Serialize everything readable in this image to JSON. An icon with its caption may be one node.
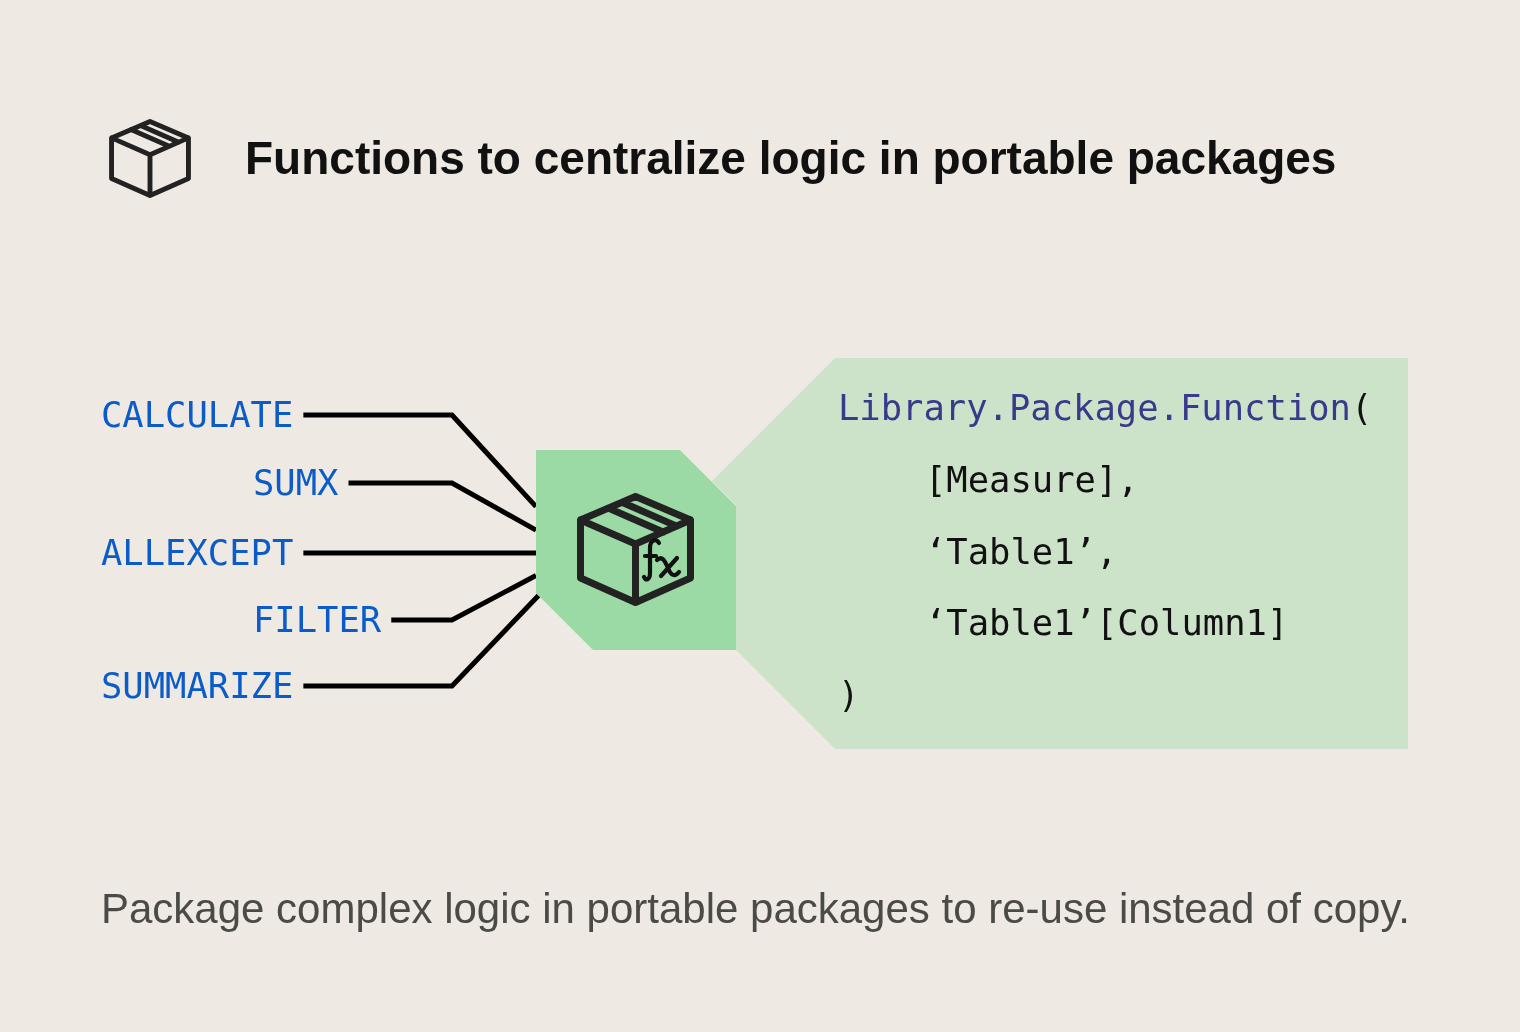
{
  "diagram": {
    "title": "Functions to centralize logic in portable packages",
    "caption": "Package complex logic in portable packages to re-use instead of copy.",
    "nodes": [
      {
        "text": [
          "CALCULATE"
        ]
      },
      {
        "text": [
          "SUMX"
        ]
      },
      {
        "text": [
          "ALLEXCEPT"
        ]
      },
      {
        "text": [
          "FILTER"
        ]
      },
      {
        "text": [
          "SUMMARIZE"
        ]
      },
      {
        "text": [],
        "shape": "box"
      },
      {
        "text": [
          "Library.Package.Function(",
          "[Measure],",
          "‘Table1’,",
          "‘Table1’[Column1]",
          ")"
        ]
      }
    ],
    "edges": [
      {
        "from": 0,
        "to": 5,
        "arrow": "none"
      },
      {
        "from": 1,
        "to": 5,
        "arrow": "none"
      },
      {
        "from": 2,
        "to": 5,
        "arrow": "none"
      },
      {
        "from": 3,
        "to": 5,
        "arrow": "none"
      },
      {
        "from": 4,
        "to": 5,
        "arrow": "none"
      }
    ]
  }
}
